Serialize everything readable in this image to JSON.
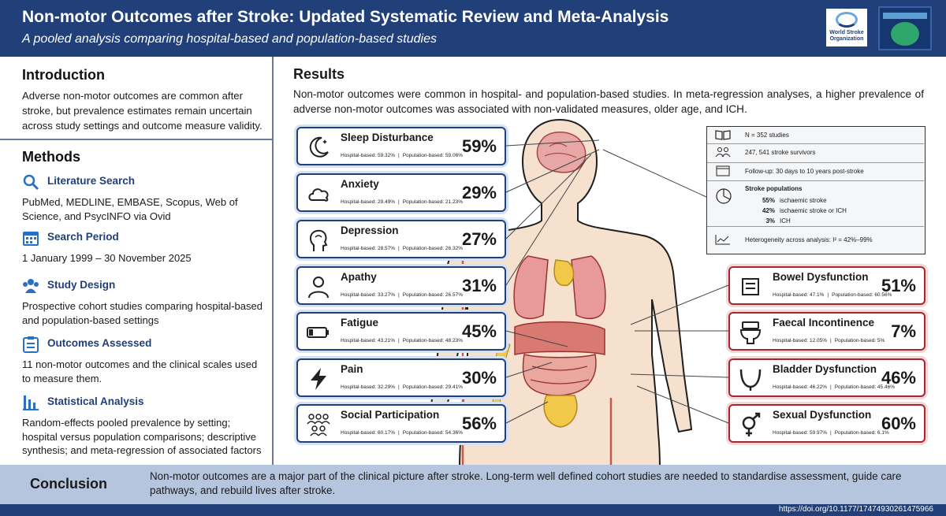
{
  "header": {
    "title": "Non-motor Outcomes after Stroke: Updated Systematic Review and Meta-Analysis",
    "subtitle": "A pooled analysis comparing hospital-based and population-based studies",
    "logo_text": "World Stroke Organization"
  },
  "introduction": {
    "title": "Introduction",
    "text": "Adverse non-motor outcomes are common after stroke, but prevalence estimates remain uncertain across study settings and outcome measure validity."
  },
  "methods": {
    "title": "Methods",
    "items": [
      {
        "heading": "Literature Search",
        "text": "PubMed, MEDLINE, EMBASE, Scopus, Web of Science, and PsycINFO via Ovid",
        "icon": "search-icon"
      },
      {
        "heading": "Search Period",
        "text": "1 January 1999 – 30 November 2025",
        "icon": "calendar-icon"
      },
      {
        "heading": "Study Design",
        "text": "Prospective cohort studies comparing hospital-based and population-based settings",
        "icon": "people-icon"
      },
      {
        "heading": "Outcomes Assessed",
        "text": "11 non-motor outcomes and the clinical scales used to measure them.",
        "icon": "clipboard-icon"
      },
      {
        "heading": "Statistical Analysis",
        "text": "Random-effects pooled prevalence by setting; hospital versus population comparisons; descriptive synthesis; and meta-regression of associated factors",
        "icon": "bar-chart-icon"
      }
    ]
  },
  "results": {
    "title": "Results",
    "text": "Non-motor outcomes were common in hospital- and population-based studies. In meta-regression analyses, a higher prevalence of adverse non-motor outcomes was associated with non-validated measures, older age, and ICH."
  },
  "outcomes_left": [
    {
      "name": "Sleep Disturbance",
      "hospital": "Hospital-based: 59.32%",
      "population": "Population-based: 59.06%",
      "value": "59%",
      "icon": "moon-icon"
    },
    {
      "name": "Anxiety",
      "hospital": "Hospital-based: 29.49%",
      "population": "Population-based: 21.23%",
      "value": "29%",
      "icon": "cloud-icon"
    },
    {
      "name": "Depression",
      "hospital": "Hospital-based: 28.57%",
      "population": "Population-based: 26.32%",
      "value": "27%",
      "icon": "head-icon"
    },
    {
      "name": "Apathy",
      "hospital": "Hospital-based: 33.27%",
      "population": "Population-based: 26.57%",
      "value": "31%",
      "icon": "person-icon"
    },
    {
      "name": "Fatigue",
      "hospital": "Hospital-based: 43.21%",
      "population": "Population-based: 48.23%",
      "value": "45%",
      "icon": "battery-icon"
    },
    {
      "name": "Pain",
      "hospital": "Hospital-based: 32.29%",
      "population": "Population-based: 29.41%",
      "value": "30%",
      "icon": "lightning-icon"
    },
    {
      "name": "Social Participation",
      "hospital": "Hospital-based: 60.17%",
      "population": "Population-based: 54.36%",
      "value": "56%",
      "icon": "group-icon"
    }
  ],
  "outcomes_right": [
    {
      "name": "Bowel Dysfunction",
      "hospital": "Hospital-based: 47.1%",
      "population": "Population-based: 60.56%",
      "value": "51%",
      "icon": "intestine-icon"
    },
    {
      "name": "Faecal Incontinence",
      "hospital": "Hospital-based: 12.05%",
      "population": "Population-based: 5%",
      "value": "7%",
      "icon": "toilet-icon"
    },
    {
      "name": "Bladder Dysfunction",
      "hospital": "Hospital-based: 46.22%",
      "population": "Population-based: 45.46%",
      "value": "46%",
      "icon": "bladder-icon"
    },
    {
      "name": "Sexual Dysfunction",
      "hospital": "Hospital-based: 59.97%",
      "population": "Population-based: 6.1%",
      "value": "60%",
      "icon": "gender-icon"
    }
  ],
  "summary": {
    "studies": "N = 352 studies",
    "survivors": "247, 541 stroke survivors",
    "followup": "Follow-up: 30 days to 10 years post-stroke",
    "populations_title": "Stroke populations",
    "populations": [
      {
        "pct": "55%",
        "label": "ischaemic stroke"
      },
      {
        "pct": "42%",
        "label": "ischaemic stroke or ICH"
      },
      {
        "pct": "3%",
        "label": "ICH"
      }
    ],
    "heterogeneity": "Heterogeneity across analysis: I² = 42%–99%"
  },
  "conclusion": {
    "title": "Conclusion",
    "text": "Non-motor outcomes are a major part of the clinical picture after stroke. Long-term well defined cohort studies are needed to standardise assessment, guide care pathways, and rebuild lives after stroke."
  },
  "footer": {
    "doi": "https://doi.org/10.1177/17474930261475966"
  },
  "colors": {
    "primary": "#21407a",
    "accent_red": "#a8262e",
    "conclusion_bg": "#b5c5dd"
  }
}
